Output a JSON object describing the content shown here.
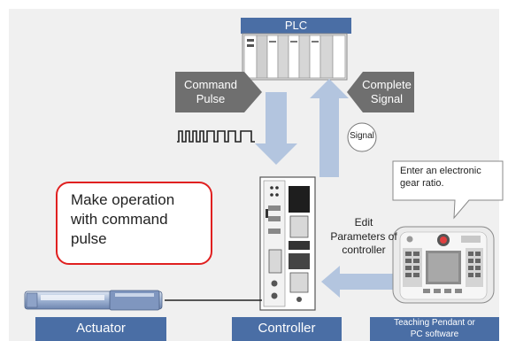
{
  "plc": {
    "label": "PLC"
  },
  "command_pulse": {
    "line1": "Command",
    "line2": "Pulse"
  },
  "complete_signal": {
    "line1": "Complete",
    "line2": "Signal"
  },
  "signal_badge": {
    "label": "Signal"
  },
  "callout_operation": {
    "line1": "Make operation",
    "line2": "with command",
    "line3": "pulse"
  },
  "callout_gear": {
    "line1": "Enter an electronic",
    "line2": "gear ratio."
  },
  "edit_params": {
    "line1": "Edit",
    "line2": "Parameters of",
    "line3": "controller"
  },
  "labels": {
    "actuator": "Actuator",
    "controller": "Controller",
    "pendant_line1": "Teaching Pendant or",
    "pendant_line2": "PC software"
  },
  "colors": {
    "background": "#f0f0f0",
    "bar_blue": "#4a6ea5",
    "box_gray": "#6f6f6f",
    "arrow_blue": "#b3c5df",
    "callout_red": "#e02020"
  }
}
